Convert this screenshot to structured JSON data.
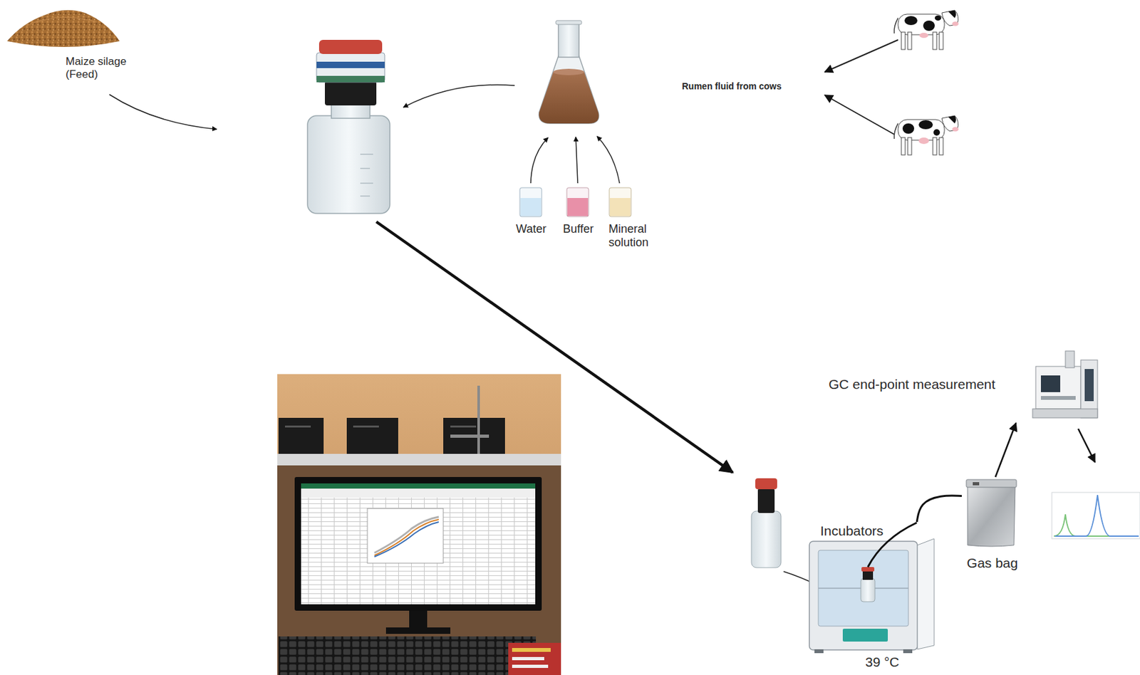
{
  "diagram": {
    "nodes": [
      {
        "text": [
          "Maize silage (Feed)"
        ]
      },
      {
        "text": [
          "Rumen fluid from cows"
        ]
      },
      {
        "text": [
          "Water"
        ]
      },
      {
        "text": [
          "Buffer"
        ]
      },
      {
        "text": [
          "Mineral solution"
        ]
      },
      {
        "text": [
          "GC end-point measurement"
        ]
      },
      {
        "text": [
          "Incubators",
          "39 °C"
        ]
      },
      {
        "text": [
          "Gas bag"
        ]
      }
    ],
    "edges": [
      {
        "from": 6,
        "to": 7,
        "arrow": "none"
      },
      {
        "from": 7,
        "to": 5,
        "arrow": "to"
      }
    ]
  }
}
